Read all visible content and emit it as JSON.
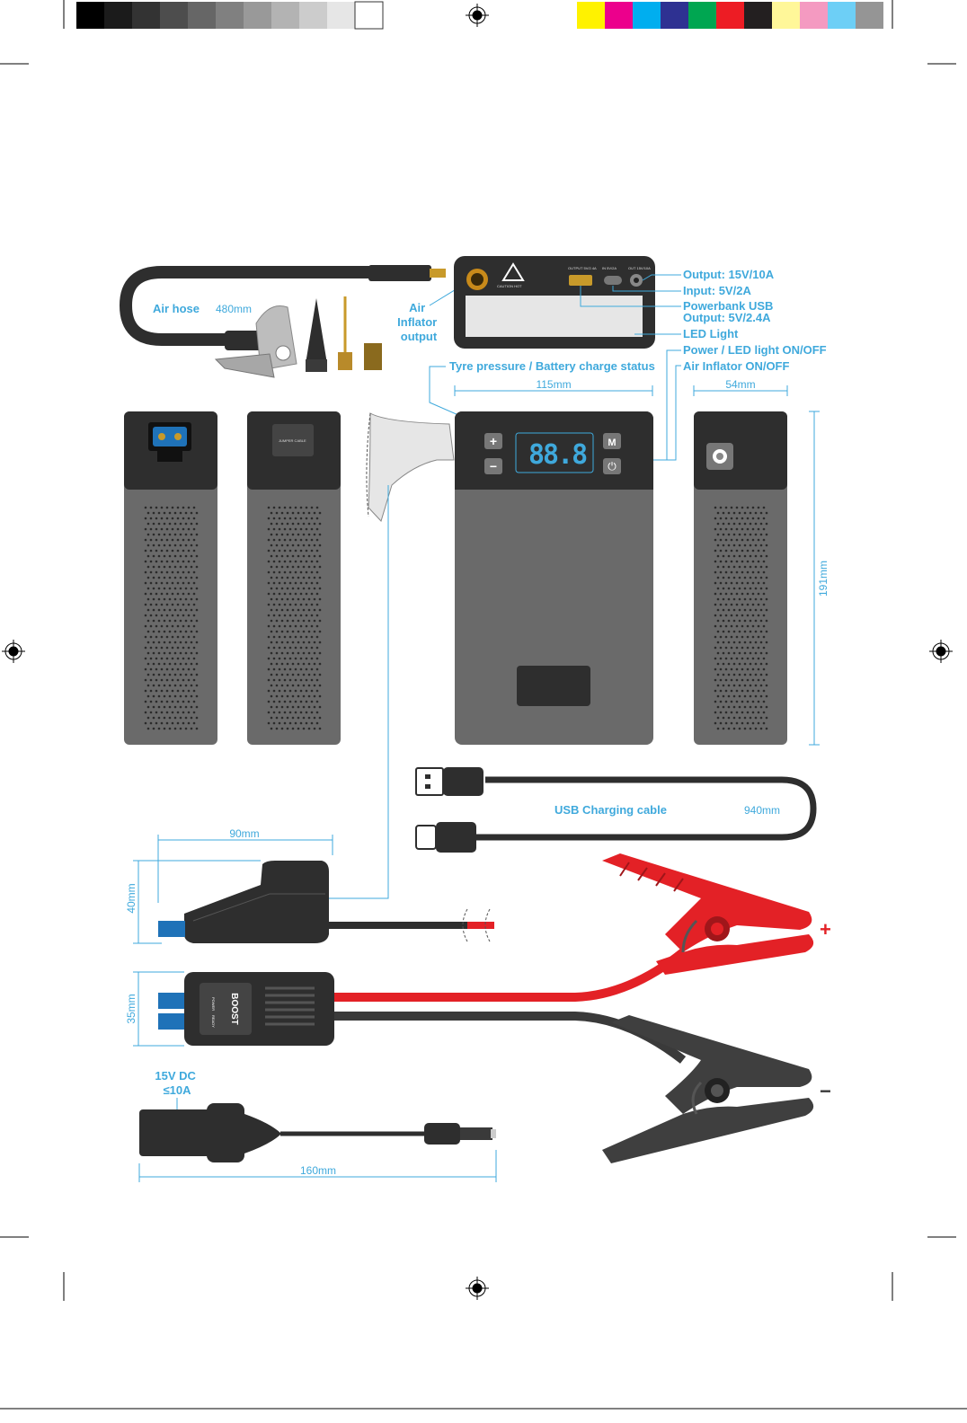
{
  "labels": {
    "air_hose": "Air hose",
    "air_hose_len": "480mm",
    "air_inflator_output": [
      "Air",
      "Inflator",
      "output"
    ],
    "output_15v": "Output: 15V/10A",
    "input_5v": "Input: 5V/2A",
    "powerbank_usb": "Powerbank USB",
    "powerbank_output": "Output: 5V/2.4A",
    "led_light": "LED Light",
    "power_led": "Power / LED light ON/OFF",
    "tyre_pressure": "Tyre pressure / Battery charge status",
    "air_inflator_onoff": "Air Inflator ON/OFF",
    "usb_cable": "USB Charging cable",
    "usb_cable_len": "940mm",
    "dc_out": [
      "15V DC",
      "≤10A"
    ],
    "plus_sign": "+",
    "minus_sign": "−"
  },
  "dimensions": {
    "width_front": "115mm",
    "depth_side": "54mm",
    "height": "191mm",
    "clip_len": "90mm",
    "clip_h": "40mm",
    "boost_h": "35mm",
    "socket_len": "160mm"
  },
  "device": {
    "display": "88.8",
    "btn_plus": "+",
    "btn_minus": "−",
    "btn_m": "M",
    "caution": "CAUTION HOT",
    "port_usb": "OUTPUT 5V/2.4A",
    "port_c": "IN 5V/2A",
    "port_dc": "OUT 15V/10A"
  },
  "boost": {
    "label": "BOOST",
    "power": "POWER",
    "ready": "READY"
  },
  "colors": {
    "accent": "#3fa9dc",
    "red": "#e32126"
  }
}
